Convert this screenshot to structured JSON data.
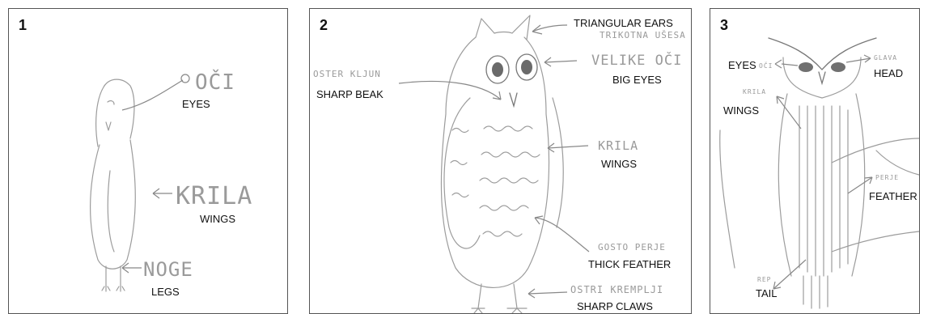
{
  "panels": [
    {
      "number": "1",
      "labels": {
        "eyes": "EYES",
        "wings": "WINGS",
        "legs": "LEGS"
      },
      "sketch": {
        "eyes": "OČI",
        "wings": "KRILA",
        "legs": "NOGE"
      }
    },
    {
      "number": "2",
      "labels": {
        "ears": "TRIANGULAR EARS",
        "beak": "SHARP BEAK",
        "eyes": "BIG EYES",
        "wings": "WINGS",
        "feather": "THICK FEATHER",
        "claws": "SHARP CLAWS"
      },
      "sketch": {
        "ears": "TRIKOTNA UŠESA",
        "beak": "OSTER KLJUN",
        "eyes": "VELIKE OČI",
        "wings": "KRILA",
        "feather": "GOSTO PERJE",
        "claws": "OSTRI KREMPLJI"
      }
    },
    {
      "number": "3",
      "labels": {
        "eyes": "EYES",
        "head": "HEAD",
        "wings": "WINGS",
        "feather": "FEATHER",
        "tail": "TAIL"
      },
      "sketch": {
        "eyes": "OČI",
        "head": "GLAVA",
        "wings": "KRILA",
        "feather": "PERJE",
        "tail": "REP"
      }
    }
  ]
}
